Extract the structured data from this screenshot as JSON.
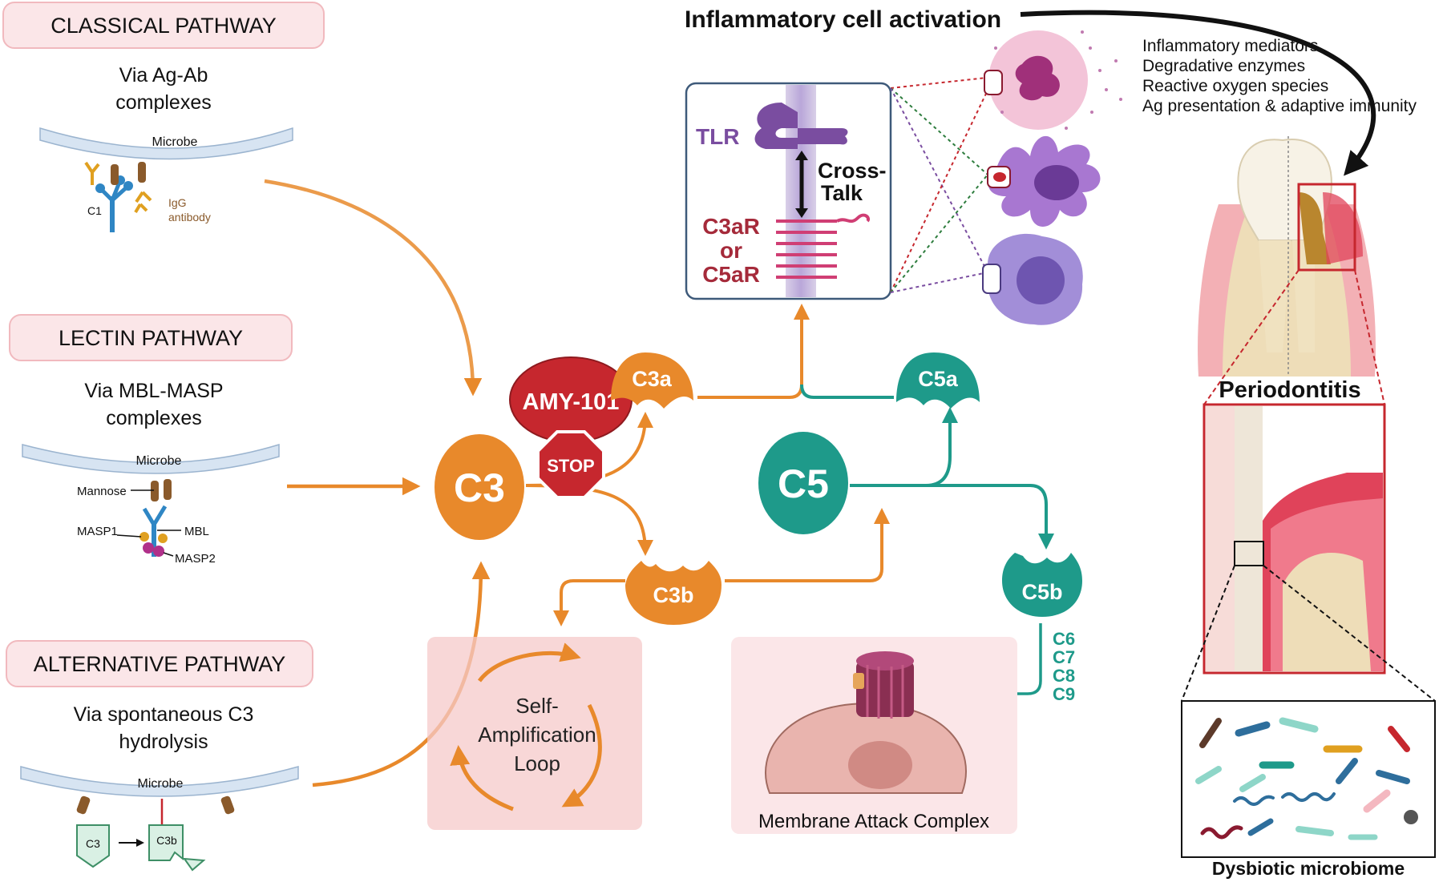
{
  "pathways": {
    "classical": {
      "title": "CLASSICAL PATHWAY",
      "via_line1": "Via Ag-Ab",
      "via_line2": "complexes",
      "microbe": "Microbe",
      "c1": "C1",
      "igg_line1": "IgG",
      "igg_line2": "antibody"
    },
    "lectin": {
      "title": "LECTIN PATHWAY",
      "via_line1": "Via MBL-MASP",
      "via_line2": "complexes",
      "microbe": "Microbe",
      "mannose": "Mannose",
      "masp1": "MASP1",
      "mbl": "MBL",
      "masp2": "MASP2"
    },
    "alternative": {
      "title": "ALTERNATIVE PATHWAY",
      "via_line1": "Via spontaneous C3",
      "via_line2": "hydrolysis",
      "microbe": "Microbe",
      "c3": "C3",
      "c3b": "C3b"
    }
  },
  "cascade": {
    "c3": "C3",
    "amy": "AMY-101",
    "stop": "STOP",
    "c3a": "C3a",
    "c3b": "C3b",
    "c5": "C5",
    "c5a": "C5a",
    "c5b": "C5b",
    "mac_components": [
      "C6",
      "C7",
      "C8",
      "C9"
    ],
    "loop_line1": "Self-",
    "loop_line2": "Amplification",
    "loop_line3": "Loop",
    "mac_label": "Membrane Attack Complex"
  },
  "inflammation": {
    "title": "Inflammatory cell activation",
    "tlr": "TLR",
    "crosstalk_line1": "Cross-",
    "crosstalk_line2": "Talk",
    "receptor_line1": "C3aR",
    "receptor_line2": "or",
    "receptor_line3": "C5aR",
    "effects": [
      "Inflammatory mediators",
      "Degradative enzymes",
      "Reactive oxygen species",
      "Ag presentation & adaptive immunity"
    ]
  },
  "periodontitis": {
    "label": "Periodontitis",
    "microbiome": "Dysbiotic microbiome"
  },
  "colors": {
    "orange": "#E8892B",
    "teal": "#1E9A8A",
    "pink": "#F6D3D5",
    "red": "#C6272E",
    "purple": "#7A4DA0"
  }
}
